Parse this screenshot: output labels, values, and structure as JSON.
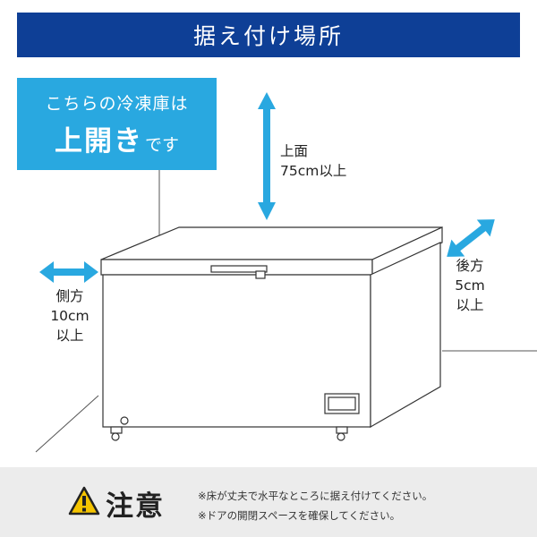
{
  "header": {
    "title": "据え付け場所"
  },
  "badge": {
    "line1": "こちらの冷凍庫は",
    "main": "上開き",
    "tail": "です"
  },
  "clearances": {
    "top": {
      "line1": "上面",
      "line2": "75cm以上"
    },
    "side": {
      "line1": "側方",
      "line2": "10cm",
      "line3": "以上"
    },
    "back": {
      "line1": "後方",
      "line2": "5cm",
      "line3": "以上"
    }
  },
  "caution": {
    "title": "注意",
    "notes": [
      "※床が丈夫で水平なところに据え付けてください。",
      "※ドアの開閉スペースを確保してください。"
    ]
  },
  "colors": {
    "header_bg": "#0e3f96",
    "badge_bg": "#29a8e0",
    "arrow": "#29a8e0",
    "caution_bg": "#ececec",
    "warning": "#f5c400"
  },
  "icons": {
    "arrow": "double-arrow-icon",
    "warning": "warning-triangle-icon"
  }
}
